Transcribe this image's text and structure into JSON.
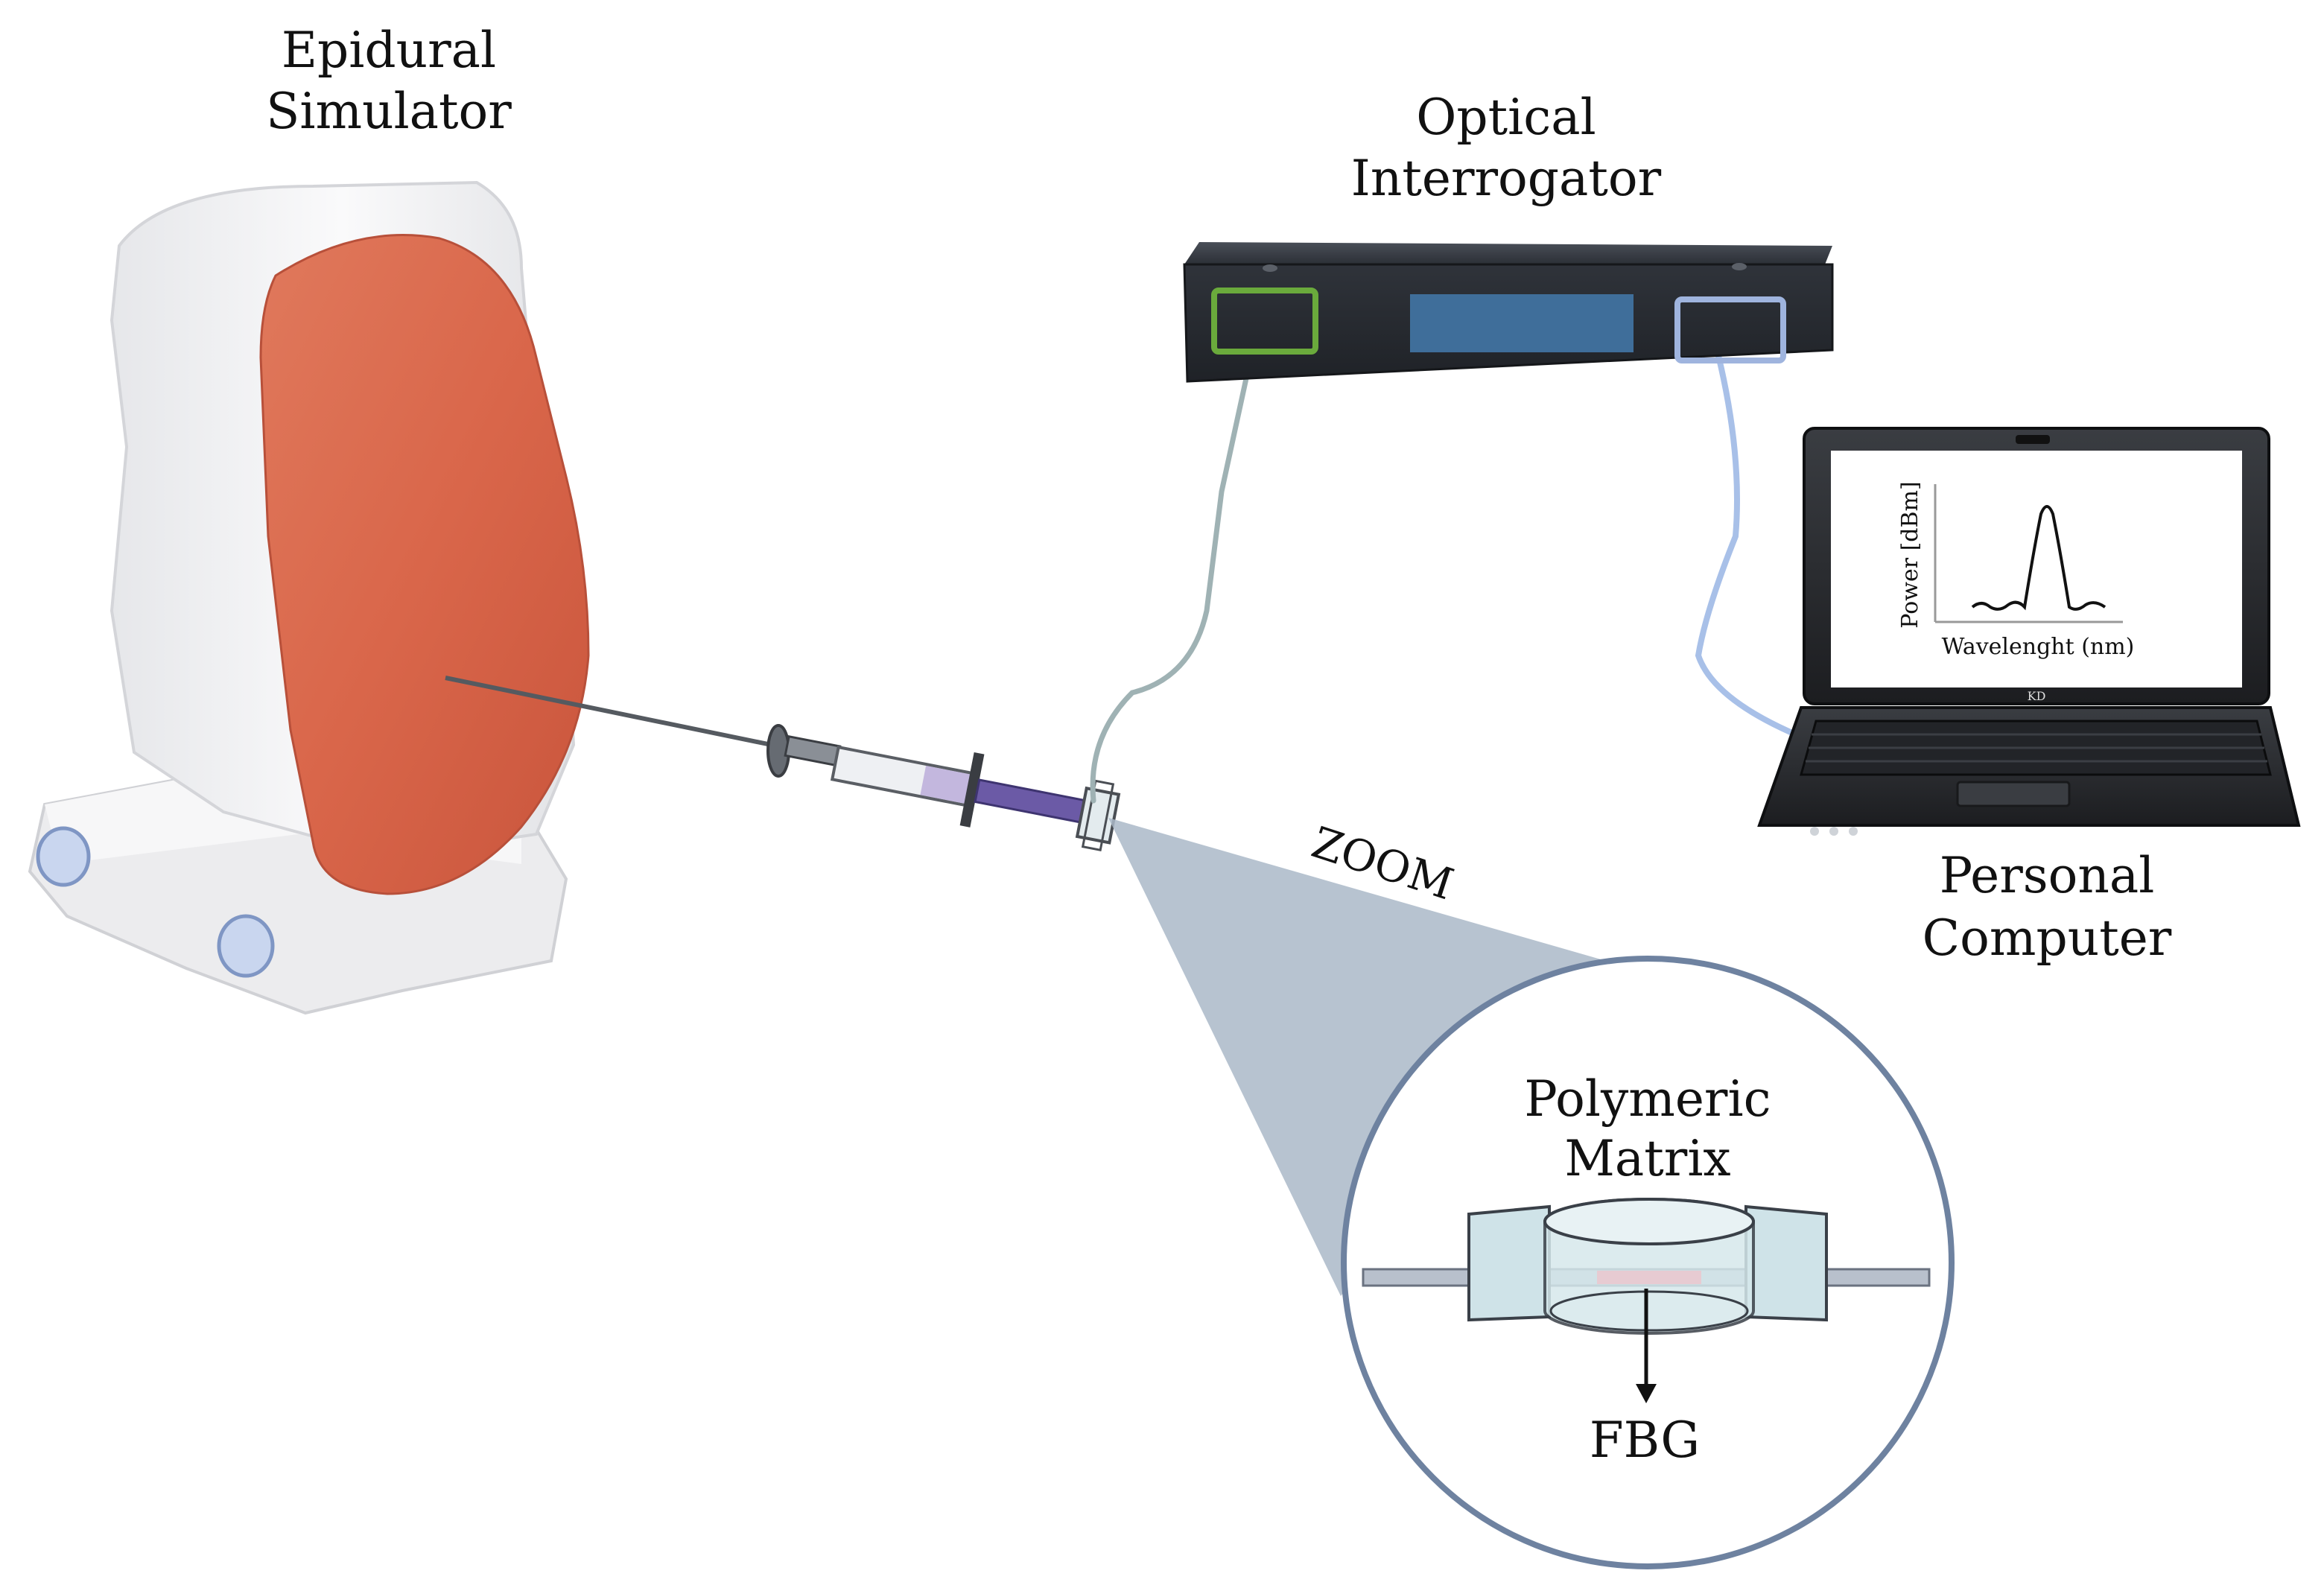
{
  "labels": {
    "simulator_line1": "Epidural",
    "simulator_line2": "Simulator",
    "interrogator_line1": "Optical",
    "interrogator_line2": "Interrogator",
    "computer_line1": "Personal",
    "computer_line2": "Computer",
    "zoom": "ZOOM",
    "matrix_line1": "Polymeric",
    "matrix_line2": "Matrix",
    "fbg": "FBG"
  },
  "screen_plot": {
    "ylabel": "Power [dBm]",
    "xlabel": "Wavelenght (nm)"
  },
  "laptop": {
    "brand": "KD"
  },
  "colors": {
    "skin": "#d9664a",
    "simulator_body": "#f2f2f4",
    "interrogator_body": "#2b2f36",
    "interrogator_display": "#3f6e9a",
    "port_left": "#6aaa3c",
    "port_right": "#9fb4de",
    "fiber_left": "#9fb2b4",
    "fiber_right": "#a8c0e8",
    "zoom_cone": "#aab8c8",
    "zoom_circle_border": "#6e82a0",
    "matrix_fill": "#cfe3e8"
  }
}
